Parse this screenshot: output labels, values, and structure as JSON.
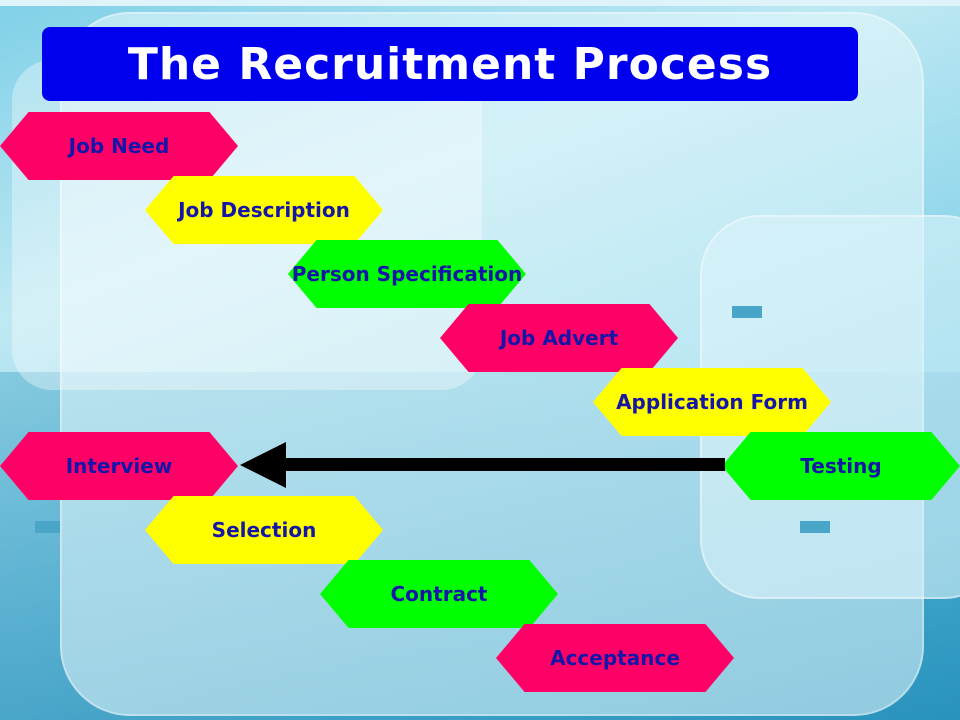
{
  "title": "The Recruitment Process",
  "colors": {
    "title_bar": "#0000ee",
    "pink": "#ff0066",
    "yellow": "#ffff00",
    "green": "#00ff00",
    "step_text": "#1515a8",
    "arrow": "#000000"
  },
  "steps": [
    {
      "label": "Job Need",
      "color": "pink"
    },
    {
      "label": "Job Description",
      "color": "yellow"
    },
    {
      "label": "Person Specification",
      "color": "green"
    },
    {
      "label": "Job Advert",
      "color": "pink"
    },
    {
      "label": "Application Form",
      "color": "yellow"
    },
    {
      "label": "Testing",
      "color": "green"
    },
    {
      "label": "Interview",
      "color": "pink"
    },
    {
      "label": "Selection",
      "color": "yellow"
    },
    {
      "label": "Contract",
      "color": "green"
    },
    {
      "label": "Acceptance",
      "color": "pink"
    }
  ],
  "arrow": {
    "from": "Testing",
    "to": "Interview"
  }
}
